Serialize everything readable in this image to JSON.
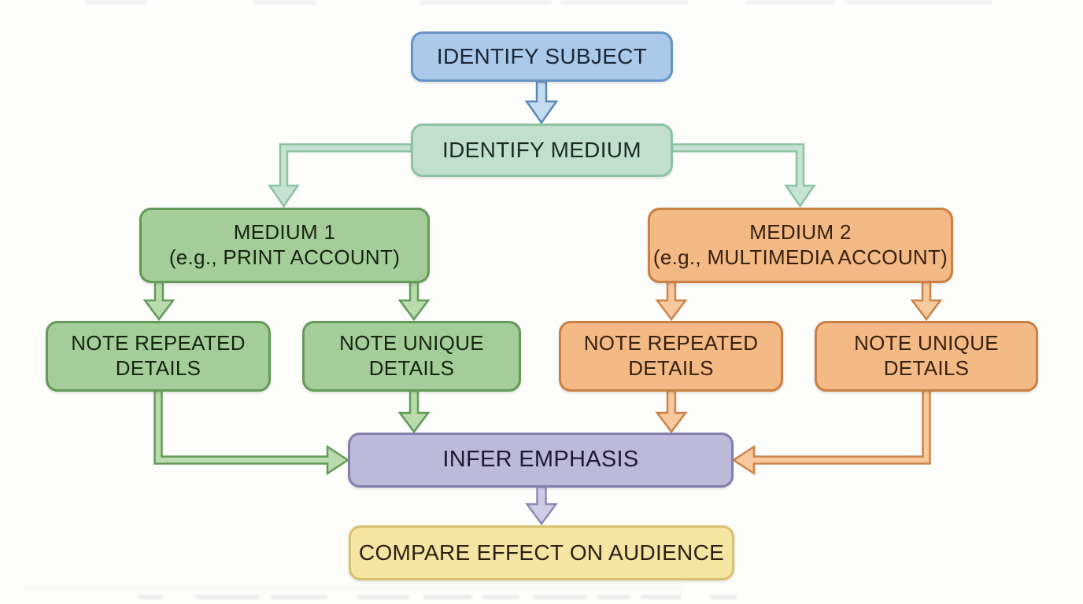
{
  "diagram": {
    "type": "flowchart",
    "nodes": {
      "identify_subject": {
        "label": "IDENTIFY SUBJECT",
        "fill": "#abc9e8",
        "border": "#6793c5"
      },
      "identify_medium": {
        "label": "IDENTIFY MEDIUM",
        "fill": "#c2dfcc",
        "border": "#8cc3a1"
      },
      "medium_1": {
        "line1": "MEDIUM 1",
        "line2": "(e.g., PRINT ACCOUNT)",
        "fill": "#a5cd99",
        "border": "#639a58"
      },
      "medium_2": {
        "line1": "MEDIUM 2",
        "line2": "(e.g., MULTIMEDIA ACCOUNT)",
        "fill": "#f4ba85",
        "border": "#cb7f43"
      },
      "note_repeated_medium1": {
        "label": "NOTE REPEATED DETAILS",
        "fill": "#a5cd99",
        "border": "#639a58"
      },
      "note_unique_medium1": {
        "label": "NOTE UNIQUE DETAILS",
        "fill": "#a5cd99",
        "border": "#639a58"
      },
      "note_repeated_medium2": {
        "label": "NOTE REPEATED DETAILS",
        "fill": "#f4ba85",
        "border": "#cb7f43"
      },
      "note_unique_medium2": {
        "label": "NOTE UNIQUE DETAILS",
        "fill": "#f4ba85",
        "border": "#cb7f43"
      },
      "infer_emphasis": {
        "label": "INFER EMPHASIS",
        "fill": "#bdbad9",
        "border": "#827ea9"
      },
      "compare_effect": {
        "label": "COMPARE EFFECT ON AUDIENCE",
        "fill": "#f5e5a2",
        "border": "#d9c070"
      }
    },
    "edges": [
      {
        "from": "identify_subject",
        "to": "identify_medium",
        "color": "#5c88b5"
      },
      {
        "from": "identify_medium",
        "to": "medium_1",
        "color": "#8cc3a1"
      },
      {
        "from": "identify_medium",
        "to": "medium_2",
        "color": "#8cc3a1"
      },
      {
        "from": "medium_1",
        "to": "note_repeated_medium1",
        "color": "#649b59"
      },
      {
        "from": "medium_1",
        "to": "note_unique_medium1",
        "color": "#649b59"
      },
      {
        "from": "medium_2",
        "to": "note_repeated_medium2",
        "color": "#cd8349"
      },
      {
        "from": "medium_2",
        "to": "note_unique_medium2",
        "color": "#cd8349"
      },
      {
        "from": "note_repeated_medium1",
        "to": "infer_emphasis",
        "color": "#649b59"
      },
      {
        "from": "note_unique_medium1",
        "to": "infer_emphasis",
        "color": "#649b59"
      },
      {
        "from": "note_repeated_medium2",
        "to": "infer_emphasis",
        "color": "#cd8349"
      },
      {
        "from": "note_unique_medium2",
        "to": "infer_emphasis",
        "color": "#cd8349"
      },
      {
        "from": "infer_emphasis",
        "to": "compare_effect",
        "color": "#8f8bb7"
      }
    ],
    "background": "#fdfdfc"
  }
}
